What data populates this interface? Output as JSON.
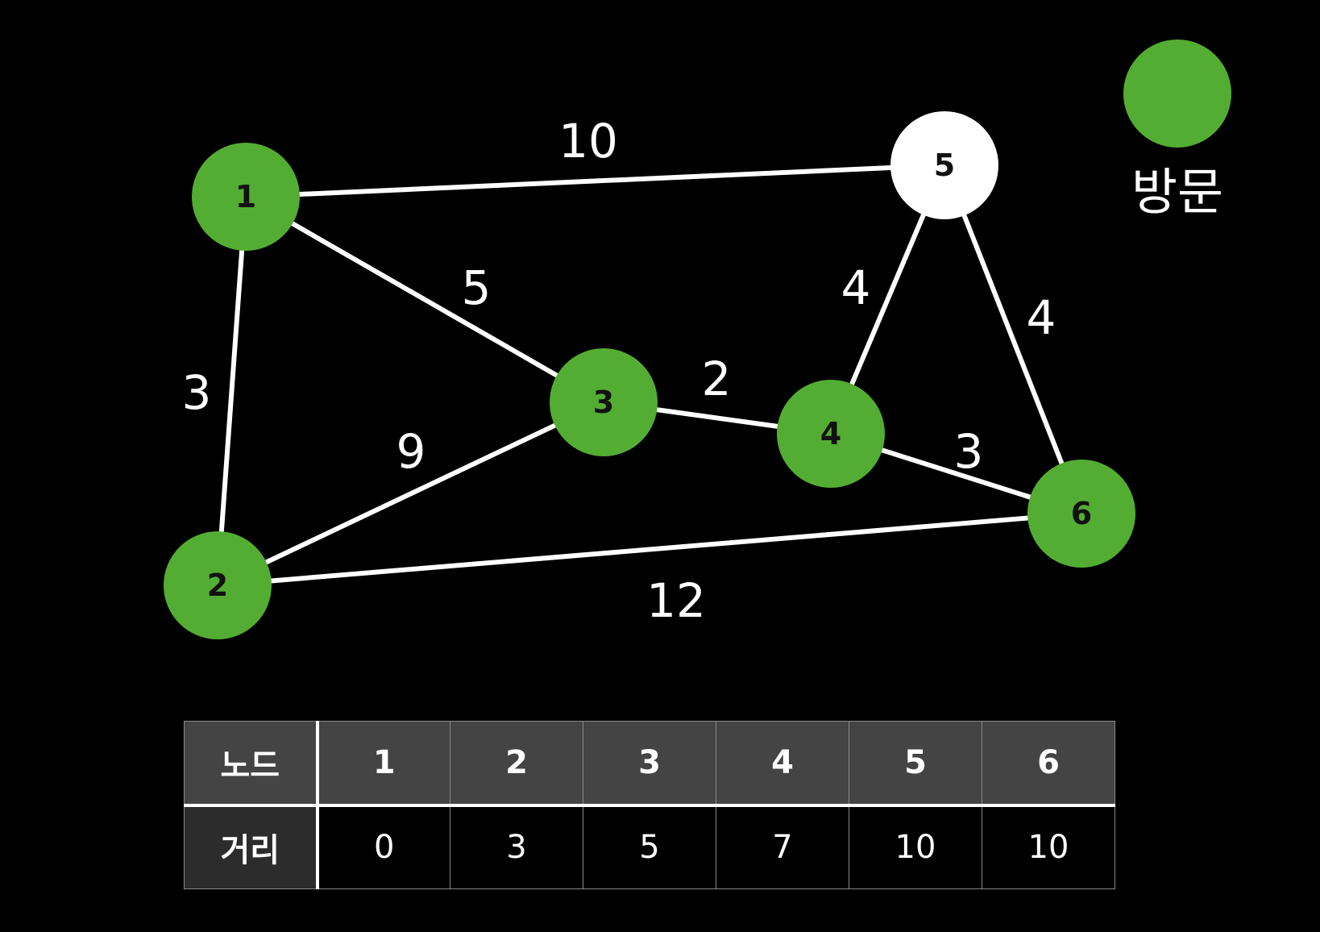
{
  "graph": {
    "nodes": [
      {
        "id": "1",
        "label": "1",
        "visited": true
      },
      {
        "id": "2",
        "label": "2",
        "visited": true
      },
      {
        "id": "3",
        "label": "3",
        "visited": true
      },
      {
        "id": "4",
        "label": "4",
        "visited": true
      },
      {
        "id": "5",
        "label": "5",
        "visited": false
      },
      {
        "id": "6",
        "label": "6",
        "visited": true
      }
    ],
    "edges": [
      {
        "from": "1",
        "to": "5",
        "weight": "10"
      },
      {
        "from": "1",
        "to": "3",
        "weight": "5"
      },
      {
        "from": "1",
        "to": "2",
        "weight": "3"
      },
      {
        "from": "2",
        "to": "3",
        "weight": "9"
      },
      {
        "from": "3",
        "to": "4",
        "weight": "2"
      },
      {
        "from": "4",
        "to": "5",
        "weight": "4"
      },
      {
        "from": "5",
        "to": "6",
        "weight": "4"
      },
      {
        "from": "4",
        "to": "6",
        "weight": "3"
      },
      {
        "from": "2",
        "to": "6",
        "weight": "12"
      }
    ]
  },
  "legend": {
    "label": "방문"
  },
  "colors": {
    "visited": "#54ad33",
    "unvisited": "#ffffff",
    "edge": "#ffffff",
    "background": "#000000"
  },
  "table": {
    "row_node": {
      "header": "노드",
      "values": [
        "1",
        "2",
        "3",
        "4",
        "5",
        "6"
      ]
    },
    "row_distance": {
      "header": "거리",
      "values": [
        "0",
        "3",
        "5",
        "7",
        "10",
        "10"
      ]
    }
  }
}
